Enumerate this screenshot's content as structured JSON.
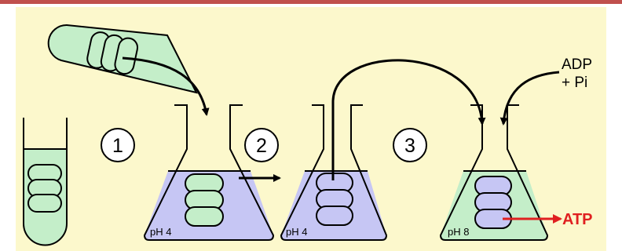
{
  "steps": [
    "1",
    "2",
    "3"
  ],
  "flask_ph": [
    "pH 4",
    "pH 4",
    "pH 8"
  ],
  "inputs": {
    "line1": "ADP",
    "line2": "+ Pi"
  },
  "product": "ATP",
  "colors": {
    "background": "#fcf8cc",
    "acid_buffer": "#c6c6f4",
    "alkaline_buffer": "#c4eec9",
    "vesicle_green": "#c4eec9",
    "vesicle_purple": "#c6c6f4",
    "atp_arrow": "#e02020",
    "outline": "#000000",
    "top_rule": "#c0504d"
  }
}
